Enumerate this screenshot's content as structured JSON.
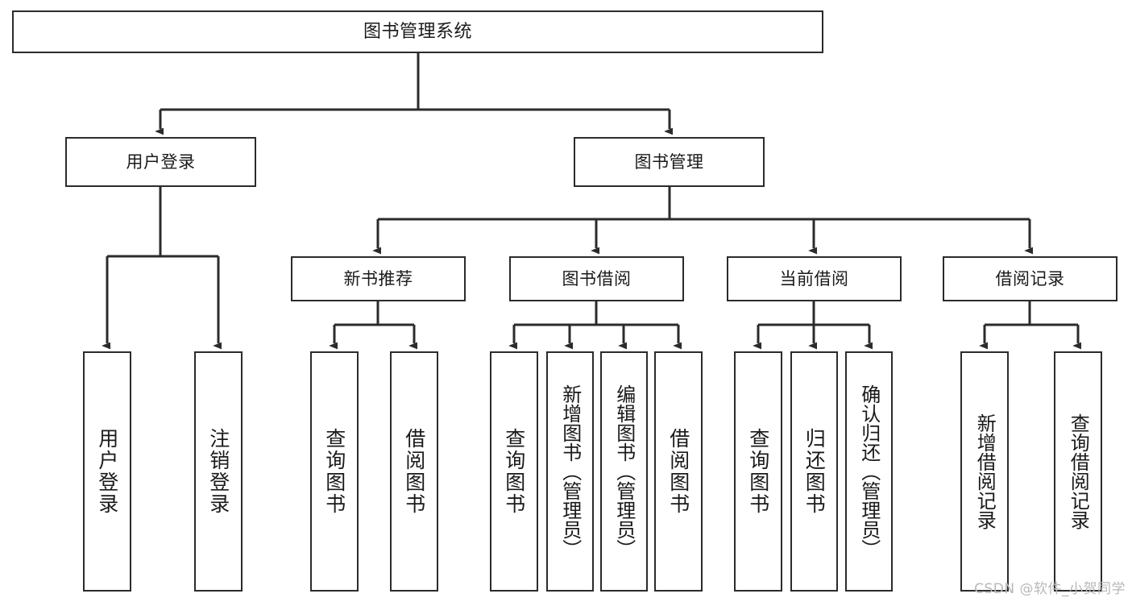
{
  "diagram": {
    "title": "图书管理系统",
    "root": {
      "label": "图书管理系统"
    },
    "level2": [
      {
        "label": "用户登录"
      },
      {
        "label": "图书管理"
      }
    ],
    "level3": [
      {
        "label": "新书推荐"
      },
      {
        "label": "图书借阅"
      },
      {
        "label": "当前借阅"
      },
      {
        "label": "借阅记录"
      }
    ],
    "leaves": {
      "user_login": [
        {
          "label": "用户登录"
        },
        {
          "label": "注销登录"
        }
      ],
      "new_book_recommend": [
        {
          "label": "查询图书"
        },
        {
          "label": "借阅图书"
        }
      ],
      "book_borrow": [
        {
          "label": "查询图书"
        },
        {
          "label": "新增图书（管理员）"
        },
        {
          "label": "编辑图书（管理员）"
        },
        {
          "label": "借阅图书"
        }
      ],
      "current_borrow": [
        {
          "label": "查询图书"
        },
        {
          "label": "归还图书"
        },
        {
          "label": "确认归还（管理员）"
        }
      ],
      "borrow_records": [
        {
          "label": "新增借阅记录"
        },
        {
          "label": "查询借阅记录"
        }
      ]
    }
  },
  "watermark": {
    "text": "CSDN @软件_小贺同学"
  },
  "colors": {
    "stroke": "#2b2b2b",
    "fill": "#ffffff",
    "text": "#1a1a1a",
    "watermark": "#b8b8b8"
  }
}
